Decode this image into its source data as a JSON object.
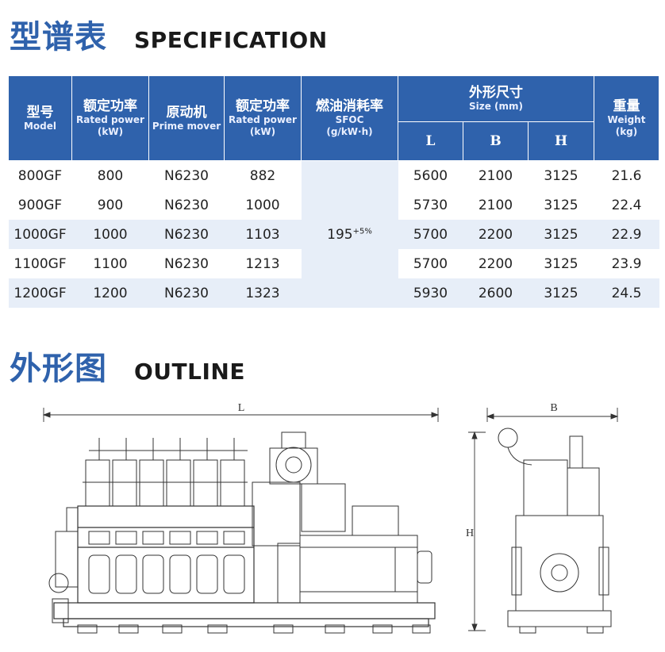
{
  "spec_section": {
    "title_zh": "型谱表",
    "title_en": "SPECIFICATION"
  },
  "outline_section": {
    "title_zh": "外形图",
    "title_en": "OUTLINE"
  },
  "table": {
    "headers": {
      "model": {
        "zh": "型号",
        "en": "Model"
      },
      "rated_power_kw": {
        "zh": "额定功率",
        "en": "Rated power",
        "unit": "(kW)"
      },
      "prime_mover": {
        "zh": "原动机",
        "en": "Prime mover"
      },
      "rated_power_kw2": {
        "zh": "额定功率",
        "en": "Rated power",
        "unit": "(kW)"
      },
      "sfoc": {
        "zh": "燃油消耗率",
        "en": "SFOC",
        "unit": "(g/kW·h)"
      },
      "size": {
        "zh": "外形尺寸",
        "en": "Size (mm)",
        "l": "L",
        "b": "B",
        "h": "H"
      },
      "weight": {
        "zh": "重量",
        "en": "Weight",
        "unit": "(kg)"
      }
    },
    "sfoc_value": "195",
    "sfoc_tolerance": "+5%",
    "rows": [
      {
        "model": "800GF",
        "power": "800",
        "engine": "N6230",
        "power2": "882",
        "l": "5600",
        "b": "2100",
        "h": "3125",
        "weight": "21.6"
      },
      {
        "model": "900GF",
        "power": "900",
        "engine": "N6230",
        "power2": "1000",
        "l": "5730",
        "b": "2100",
        "h": "3125",
        "weight": "22.4"
      },
      {
        "model": "1000GF",
        "power": "1000",
        "engine": "N6230",
        "power2": "1103",
        "l": "5700",
        "b": "2200",
        "h": "3125",
        "weight": "22.9"
      },
      {
        "model": "1100GF",
        "power": "1100",
        "engine": "N6230",
        "power2": "1213",
        "l": "5700",
        "b": "2200",
        "h": "3125",
        "weight": "23.9"
      },
      {
        "model": "1200GF",
        "power": "1200",
        "engine": "N6230",
        "power2": "1323",
        "l": "5930",
        "b": "2600",
        "h": "3125",
        "weight": "24.5"
      }
    ]
  },
  "drawing": {
    "label_l": "L",
    "label_b": "B",
    "label_h": "H"
  },
  "colors": {
    "header_blue": "#2f62ac",
    "row_tint": "#e7eef8",
    "line": "#333333"
  }
}
